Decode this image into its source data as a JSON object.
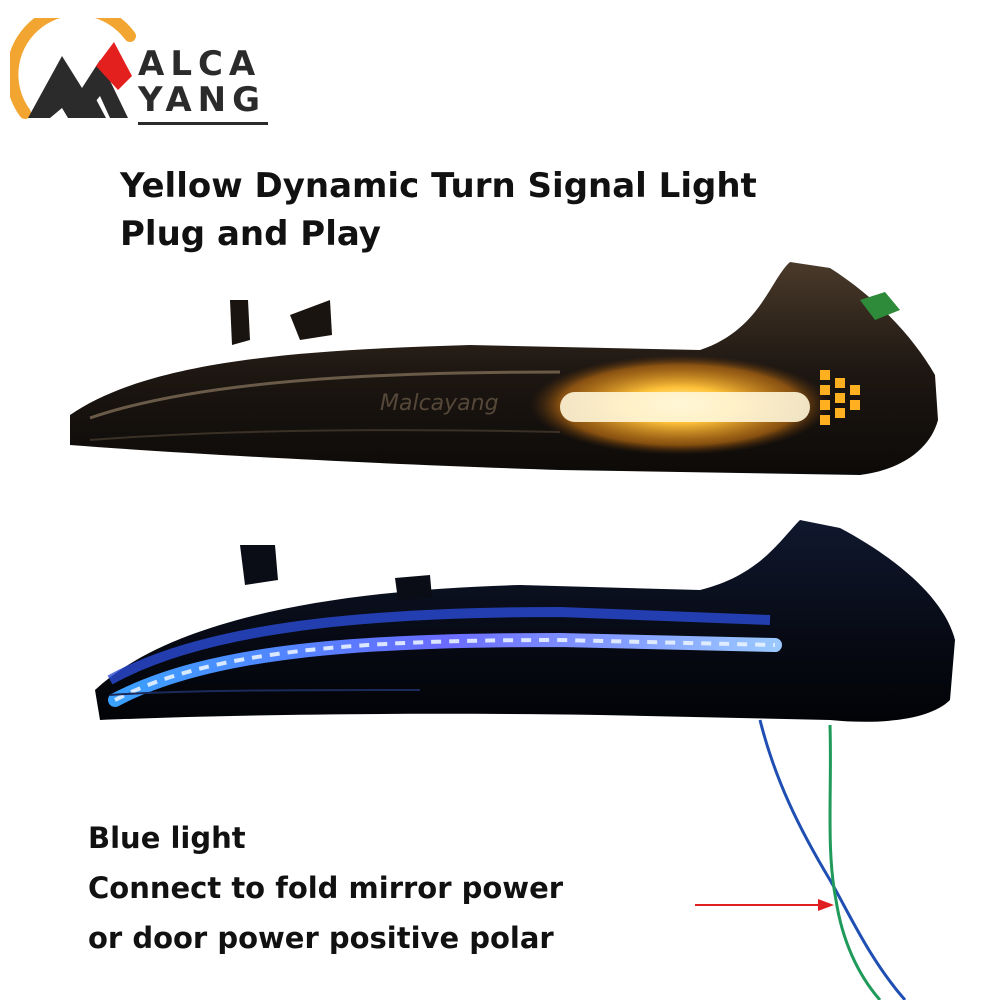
{
  "brand": {
    "line1": "ALCA",
    "line2": "YANG",
    "mark": "M",
    "colors": {
      "arc": "#f2a531",
      "red": "#e4201f",
      "dark": "#2b2b2b"
    }
  },
  "headline": {
    "line1": "Yellow Dynamic Turn Signal Light",
    "line2": "Plug and Play"
  },
  "caption": {
    "line1": "Blue light",
    "line2": "Connect to fold mirror power",
    "line3": "or door power positive polar"
  },
  "product_watermark": "Malcayang",
  "colors": {
    "amber": "#ffb020",
    "blue": "#3a7bff",
    "wire_blue": "#1f4fb3",
    "wire_green": "#1f9a5a",
    "arrow": "#e02020"
  }
}
